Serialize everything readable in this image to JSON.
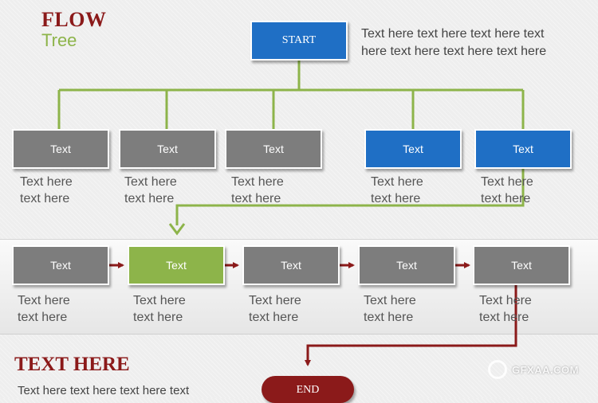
{
  "header": {
    "title_main": "FLOW",
    "title_sub": "Tree"
  },
  "start": {
    "label": "START",
    "description_line1": "Text here text here text here text",
    "description_line2": "here text here text here text here"
  },
  "tree_nodes": [
    {
      "label": "Text",
      "caption_line1": "Text here",
      "caption_line2": "text here",
      "color": "gray"
    },
    {
      "label": "Text",
      "caption_line1": "Text here",
      "caption_line2": "text here",
      "color": "gray"
    },
    {
      "label": "Text",
      "caption_line1": "Text here",
      "caption_line2": "text here",
      "color": "gray"
    },
    {
      "label": "Text",
      "caption_line1": "Text here",
      "caption_line2": "text here",
      "color": "blue"
    },
    {
      "label": "Text",
      "caption_line1": "Text here",
      "caption_line2": "text here",
      "color": "blue"
    }
  ],
  "flow_nodes": [
    {
      "label": "Text",
      "caption_line1": "Text here",
      "caption_line2": "text here",
      "color": "gray"
    },
    {
      "label": "Text",
      "caption_line1": "Text here",
      "caption_line2": "text here",
      "color": "green"
    },
    {
      "label": "Text",
      "caption_line1": "Text here",
      "caption_line2": "text here",
      "color": "gray"
    },
    {
      "label": "Text",
      "caption_line1": "Text here",
      "caption_line2": "text here",
      "color": "gray"
    },
    {
      "label": "Text",
      "caption_line1": "Text here",
      "caption_line2": "text here",
      "color": "gray"
    }
  ],
  "footer": {
    "heading": "TEXT HERE",
    "text": "Text here text here text here text",
    "end_label": "END"
  },
  "watermark": {
    "text": "GFXAA.COM"
  },
  "colors": {
    "gray": "#7d7d7d",
    "blue": "#1f6fc5",
    "green": "#8db44a",
    "red": "#8b1a1a"
  }
}
